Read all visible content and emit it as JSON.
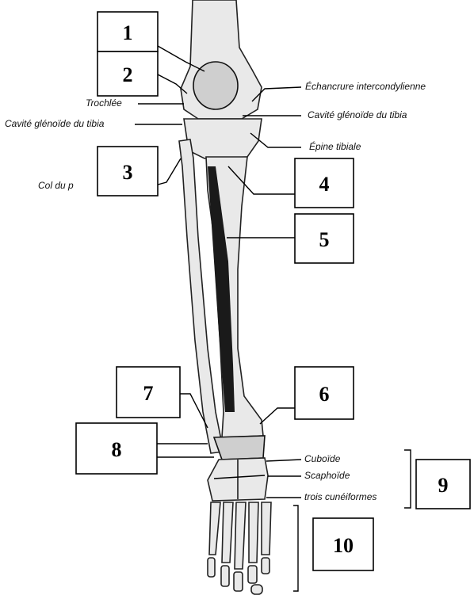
{
  "labels": {
    "echancrure": "Échancrure intercondylienne",
    "trochlee": "Trochlée",
    "cavite_left": "Cavité glénoïde du tibia",
    "cavite_right": "Cavité glénoïde du tibia",
    "epine": "Épine tibiale",
    "col": "Col du p",
    "cuboide": "Cuboïde",
    "scaphoide": "Scaphoïde",
    "cuneiformes": "trois cunéiformes"
  },
  "boxes": {
    "b1": "1",
    "b2": "2",
    "b3": "3",
    "b4": "4",
    "b5": "5",
    "b6": "6",
    "b7": "7",
    "b8": "8",
    "b9": "9",
    "b10": "10"
  }
}
